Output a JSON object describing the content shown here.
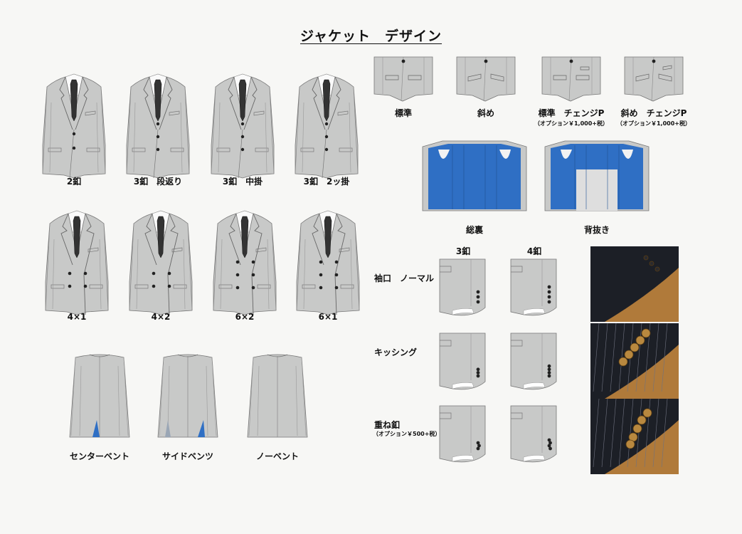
{
  "title": "ジャケット　デザイン",
  "front_styles": [
    {
      "label": "2釦",
      "kind": "single",
      "buttons": 2
    },
    {
      "label": "3釦　段返り",
      "kind": "single",
      "buttons": 3
    },
    {
      "label": "3釦　中掛",
      "kind": "single",
      "buttons": 3
    },
    {
      "label": "3釦　2ッ掛",
      "kind": "single",
      "buttons": 3
    },
    {
      "label": "4×1",
      "kind": "double",
      "buttons": 4
    },
    {
      "label": "4×2",
      "kind": "double",
      "buttons": 4
    },
    {
      "label": "6×2",
      "kind": "double",
      "buttons": 6
    },
    {
      "label": "6×1",
      "kind": "double",
      "buttons": 6
    }
  ],
  "vents": [
    {
      "label": "センターベント"
    },
    {
      "label": "サイドベンツ"
    },
    {
      "label": "ノーベント"
    }
  ],
  "pockets": [
    {
      "label": "標準",
      "note": ""
    },
    {
      "label": "斜め",
      "note": ""
    },
    {
      "label": "標準　チェンジP",
      "note": "（オプション￥1,000+税）"
    },
    {
      "label": "斜め　チェンジP",
      "note": "（オプション￥1,000+税）"
    }
  ],
  "linings": [
    {
      "label": "総裏"
    },
    {
      "label": "背抜き"
    }
  ],
  "cuffs": {
    "columns": [
      "3釦",
      "4釦"
    ],
    "rows": [
      {
        "label": "袖口　ノーマル",
        "note": ""
      },
      {
        "label": "キッシング",
        "note": ""
      },
      {
        "label": "重ね釦",
        "note": "（オプション￥500+税）"
      }
    ]
  },
  "colors": {
    "jacket": "#c8c9c8",
    "lining": "#2f6fc4",
    "button": "#222222",
    "photo_fabric": "#1c1f26",
    "photo_wood": "#b07a3a",
    "brass_button": "#b8883f"
  }
}
